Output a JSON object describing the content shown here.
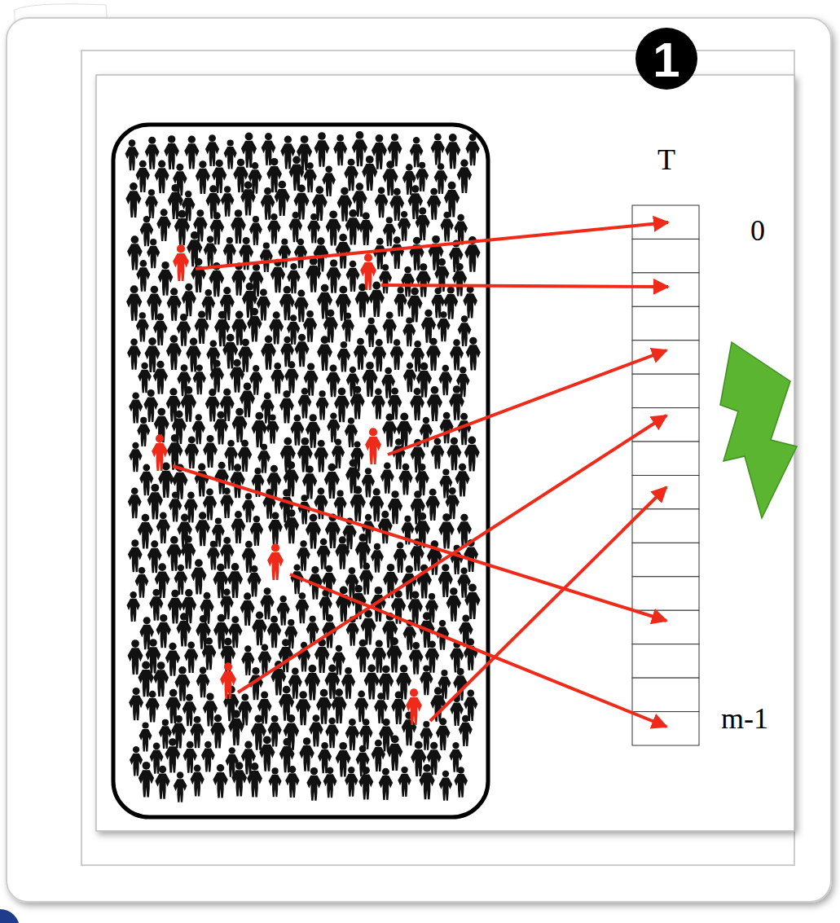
{
  "diagram": {
    "labels": [
      "1",
      "T",
      "0",
      "m-1"
    ]
  }
}
